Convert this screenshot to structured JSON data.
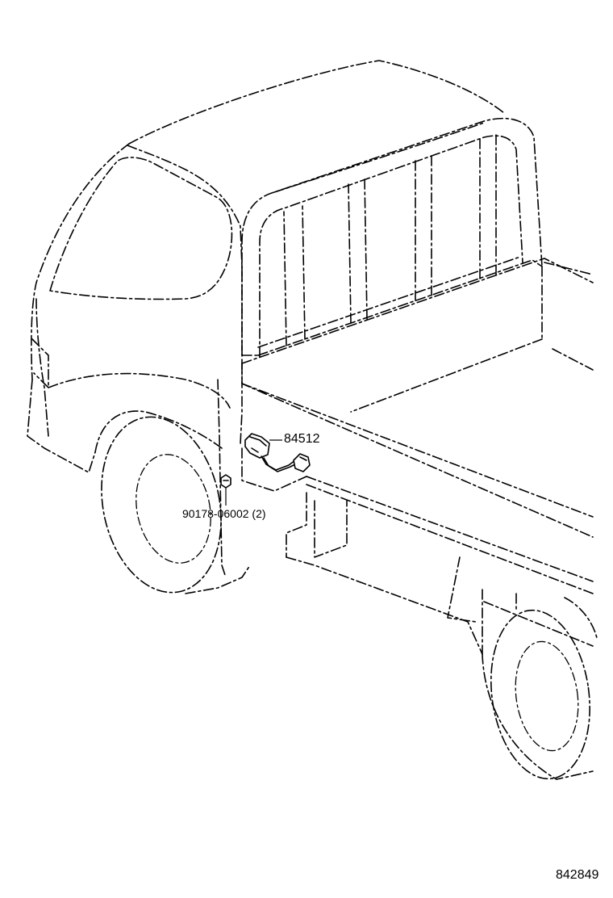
{
  "callouts": {
    "switch_part_number": "84512",
    "screw_part_number": "90178-06002 (2)"
  },
  "diagram_id": "842849",
  "colors": {
    "line": "#000000",
    "background": "#ffffff"
  }
}
